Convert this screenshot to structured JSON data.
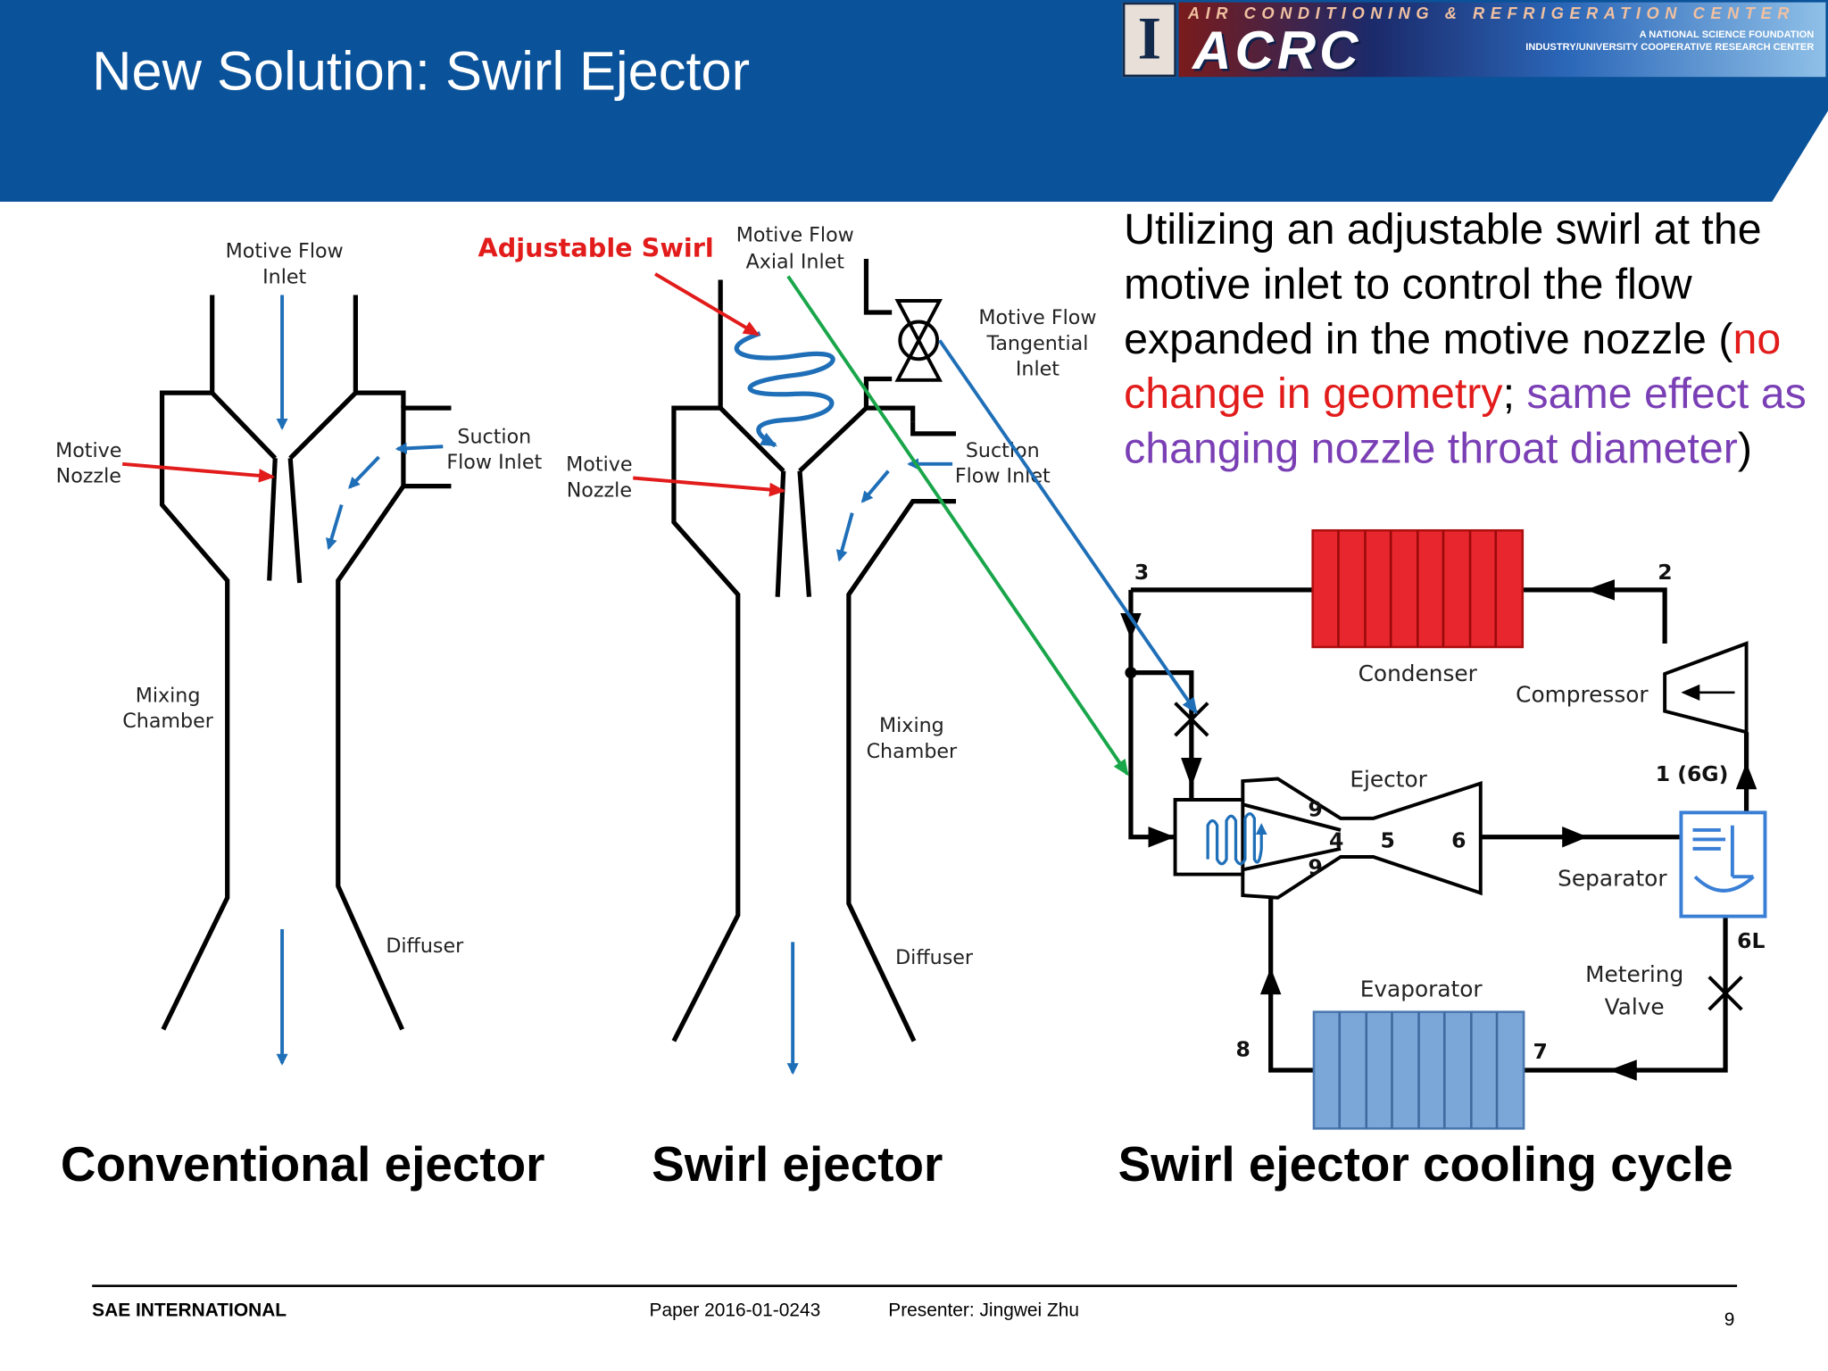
{
  "header": {
    "title": "New Solution: Swirl Ejector",
    "background": "#0a5299"
  },
  "logo": {
    "letter": "I",
    "top_line": "AIR CONDITIONING & REFRIGERATION CENTER",
    "main": "ACRC",
    "sub_line1": "A NATIONAL SCIENCE FOUNDATION",
    "sub_line2": "INDUSTRY/UNIVERSITY COOPERATIVE RESEARCH CENTER"
  },
  "description": {
    "part1": "Utilizing an adjustable swirl at the motive inlet to control the flow expanded in the motive nozzle (",
    "part_red": "no change in geometry",
    "part_sep": "; ",
    "part_purple": "same effect as changing nozzle throat diameter",
    "part_end": ")"
  },
  "colors": {
    "red": "#e21b1b",
    "purple": "#7a3fb5",
    "blue_arrow": "#1f6fb8",
    "green_arrow": "#19a64a",
    "condenser": "#e8262d",
    "evaporator": "#7ba7d8",
    "separator": "#3a7fd6"
  },
  "conventional": {
    "motive_flow": [
      "Motive Flow",
      "Inlet"
    ],
    "motive_nozzle": [
      "Motive",
      "Nozzle"
    ],
    "suction": [
      "Suction",
      "Flow Inlet"
    ],
    "mixing": [
      "Mixing",
      "Chamber"
    ],
    "diffuser": "Diffuser"
  },
  "swirl": {
    "adjustable_swirl": "Adjustable Swirl",
    "axial": [
      "Motive Flow",
      "Axial Inlet"
    ],
    "tangential": [
      "Motive Flow",
      "Tangential",
      "Inlet"
    ],
    "motive_nozzle": [
      "Motive",
      "Nozzle"
    ],
    "suction": [
      "Suction",
      "Flow Inlet"
    ],
    "mixing": [
      "Mixing",
      "Chamber"
    ],
    "diffuser": "Diffuser"
  },
  "cycle": {
    "condenser": "Condenser",
    "compressor": "Compressor",
    "ejector": "Ejector",
    "separator": "Separator",
    "evaporator": "Evaporator",
    "metering": [
      "Metering",
      "Valve"
    ],
    "points": {
      "p1": "1 (6G)",
      "p2": "2",
      "p3": "3",
      "p4": "4",
      "p5": "5",
      "p6": "6",
      "p6l": "6L",
      "p7": "7",
      "p8": "8",
      "p9a": "9",
      "p9b": "9"
    }
  },
  "captions": {
    "conventional": "Conventional ejector",
    "swirl": "Swirl ejector",
    "cycle": "Swirl ejector cooling cycle"
  },
  "footer": {
    "org": "SAE INTERNATIONAL",
    "paper": "Paper 2016-01-0243",
    "presenter": "Presenter: Jingwei Zhu",
    "page": "9"
  }
}
